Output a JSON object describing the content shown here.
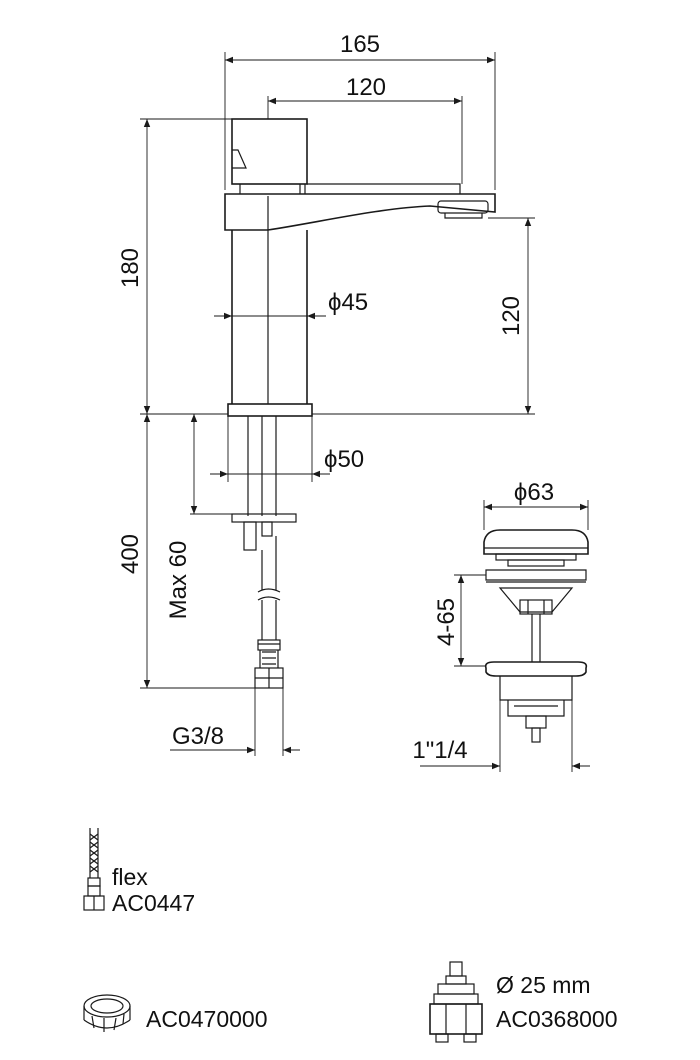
{
  "tap": {
    "dim_width": "165",
    "dim_spout": "120",
    "dim_height": "180",
    "dim_spout_height": "120",
    "dim_body_dia": "ϕ45",
    "dim_base_dia": "ϕ50",
    "dim_below": "400",
    "dim_max_thickness": "Max 60",
    "dim_thread": "G3/8"
  },
  "waste": {
    "dim_cap_dia": "ϕ63",
    "dim_range": "4-65",
    "dim_thread": "1\"1/4"
  },
  "accessories": {
    "hose": {
      "label": "flex",
      "code": "AC0447",
      "icon": "braided-hose-icon"
    },
    "aerator": {
      "code": "AC0470000",
      "icon": "aerator-icon"
    },
    "cartridge": {
      "size": "Ø 25 mm",
      "code": "AC0368000",
      "icon": "cartridge-icon"
    }
  }
}
